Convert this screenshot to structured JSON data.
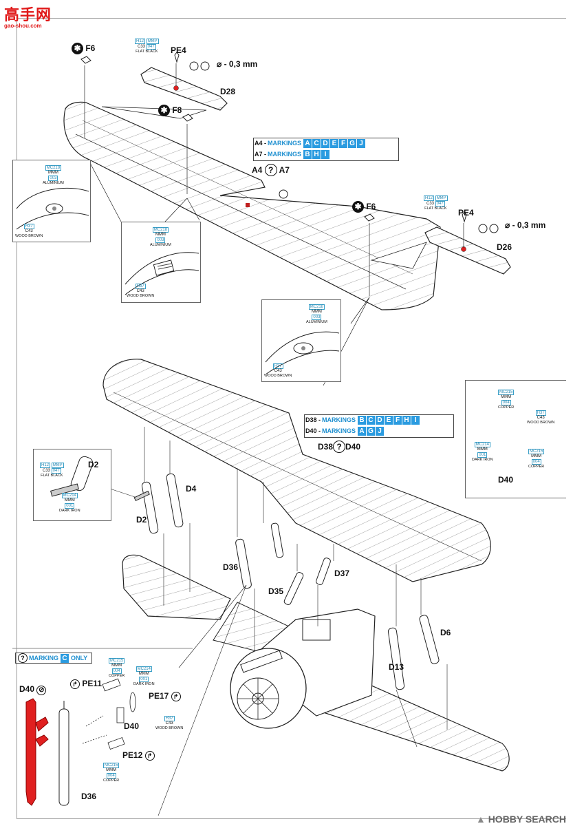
{
  "watermark": {
    "logo_text": "高手网",
    "logo_url": "gao-shou.com",
    "footer": "HOBBY SEARCH"
  },
  "part_labels": {
    "f6_top": "F6",
    "pe4_top": "PE4",
    "d28": "D28",
    "f8": "F8",
    "a4": "A4",
    "a7": "A7",
    "f6_right": "F6",
    "pe4_right": "PE4",
    "d26": "D26",
    "d2_inset": "D2",
    "d2": "D2",
    "d4": "D4",
    "d38": "D38",
    "d40_top": "D40",
    "d36": "D36",
    "d35": "D35",
    "d37": "D37",
    "d13": "D13",
    "d6": "D6",
    "d40_inset": "D40",
    "d40_bottom": "D40",
    "pe11": "PE11",
    "pe17": "PE17",
    "d40_mid": "D40",
    "pe12": "PE12",
    "d36_bottom": "D36"
  },
  "drill_note_top": "- 0,3 mm",
  "drill_note_right": "- 0,3 mm",
  "markings_top": [
    {
      "prefix": "A4 -",
      "word": "MARKINGS",
      "letters": [
        "A",
        "C",
        "D",
        "E",
        "F",
        "G",
        "J"
      ]
    },
    {
      "prefix": "A7 -",
      "word": "MARKINGS",
      "letters": [
        "B",
        "H",
        "I"
      ]
    }
  ],
  "markings_mid": [
    {
      "prefix": "D38 -",
      "word": "MARKINGS",
      "letters": [
        "B",
        "C",
        "D",
        "E",
        "F",
        "H",
        "I"
      ]
    },
    {
      "prefix": "D40 -",
      "word": "MARKINGS",
      "letters": [
        "A",
        "G",
        "J"
      ]
    }
  ],
  "marking_only": {
    "word": "MARKING",
    "letter": "C",
    "suffix": "ONLY"
  },
  "paints": {
    "flat_black_1": {
      "codes": [
        "H12",
        "MMP",
        "C33",
        "047"
      ],
      "name": "FLAT BLACK"
    },
    "flat_black_2": {
      "codes": [
        "H12",
        "MMP",
        "C33",
        "047"
      ],
      "name": "FLAT BLACK"
    },
    "flat_black_3": {
      "codes": [
        "H12",
        "MMP",
        "C33",
        "047"
      ],
      "name": "FLAT BLACK"
    },
    "alu_1": {
      "codes": [
        "MC218",
        "MMM",
        "003"
      ],
      "name": "ALUMINIUM"
    },
    "alu_2": {
      "codes": [
        "MC218",
        "MMM",
        "003"
      ],
      "name": "ALUMINIUM"
    },
    "alu_3": {
      "codes": [
        "MC218",
        "MMM",
        "003"
      ],
      "name": "ALUMINIUM"
    },
    "wood_1": {
      "codes": [
        "H37",
        "C43"
      ],
      "name": "WOOD BROWN"
    },
    "wood_2": {
      "codes": [
        "H37",
        "C43"
      ],
      "name": "WOOD BROWN"
    },
    "wood_3": {
      "codes": [
        "H37",
        "C43"
      ],
      "name": "WOOD BROWN"
    },
    "wood_4": {
      "codes": [
        "H37",
        "C43"
      ],
      "name": "WOOD BROWN"
    },
    "wood_5": {
      "codes": [
        "H37",
        "C43"
      ],
      "name": "WOOD BROWN"
    },
    "copper_1": {
      "codes": [
        "MC215",
        "MMM",
        "004"
      ],
      "name": "COPPER"
    },
    "copper_2": {
      "codes": [
        "MC215",
        "MMM",
        "004"
      ],
      "name": "COPPER"
    },
    "copper_3": {
      "codes": [
        "MC215",
        "MMM",
        "004"
      ],
      "name": "COPPER"
    },
    "copper_4": {
      "codes": [
        "MC215",
        "MMM",
        "004"
      ],
      "name": "COPPER"
    },
    "iron_1": {
      "codes": [
        "MC214",
        "MMM",
        "001"
      ],
      "name": "DARK IRON"
    },
    "iron_2": {
      "codes": [
        "MC214",
        "MMM",
        "001"
      ],
      "name": "DARK IRON"
    },
    "iron_3": {
      "codes": [
        "MC214",
        "MMM",
        "001"
      ],
      "name": "DARK IRON"
    }
  },
  "colors": {
    "accent_blue": "#2a9be0",
    "highlight_red": "#e02020",
    "line": "#222222"
  }
}
